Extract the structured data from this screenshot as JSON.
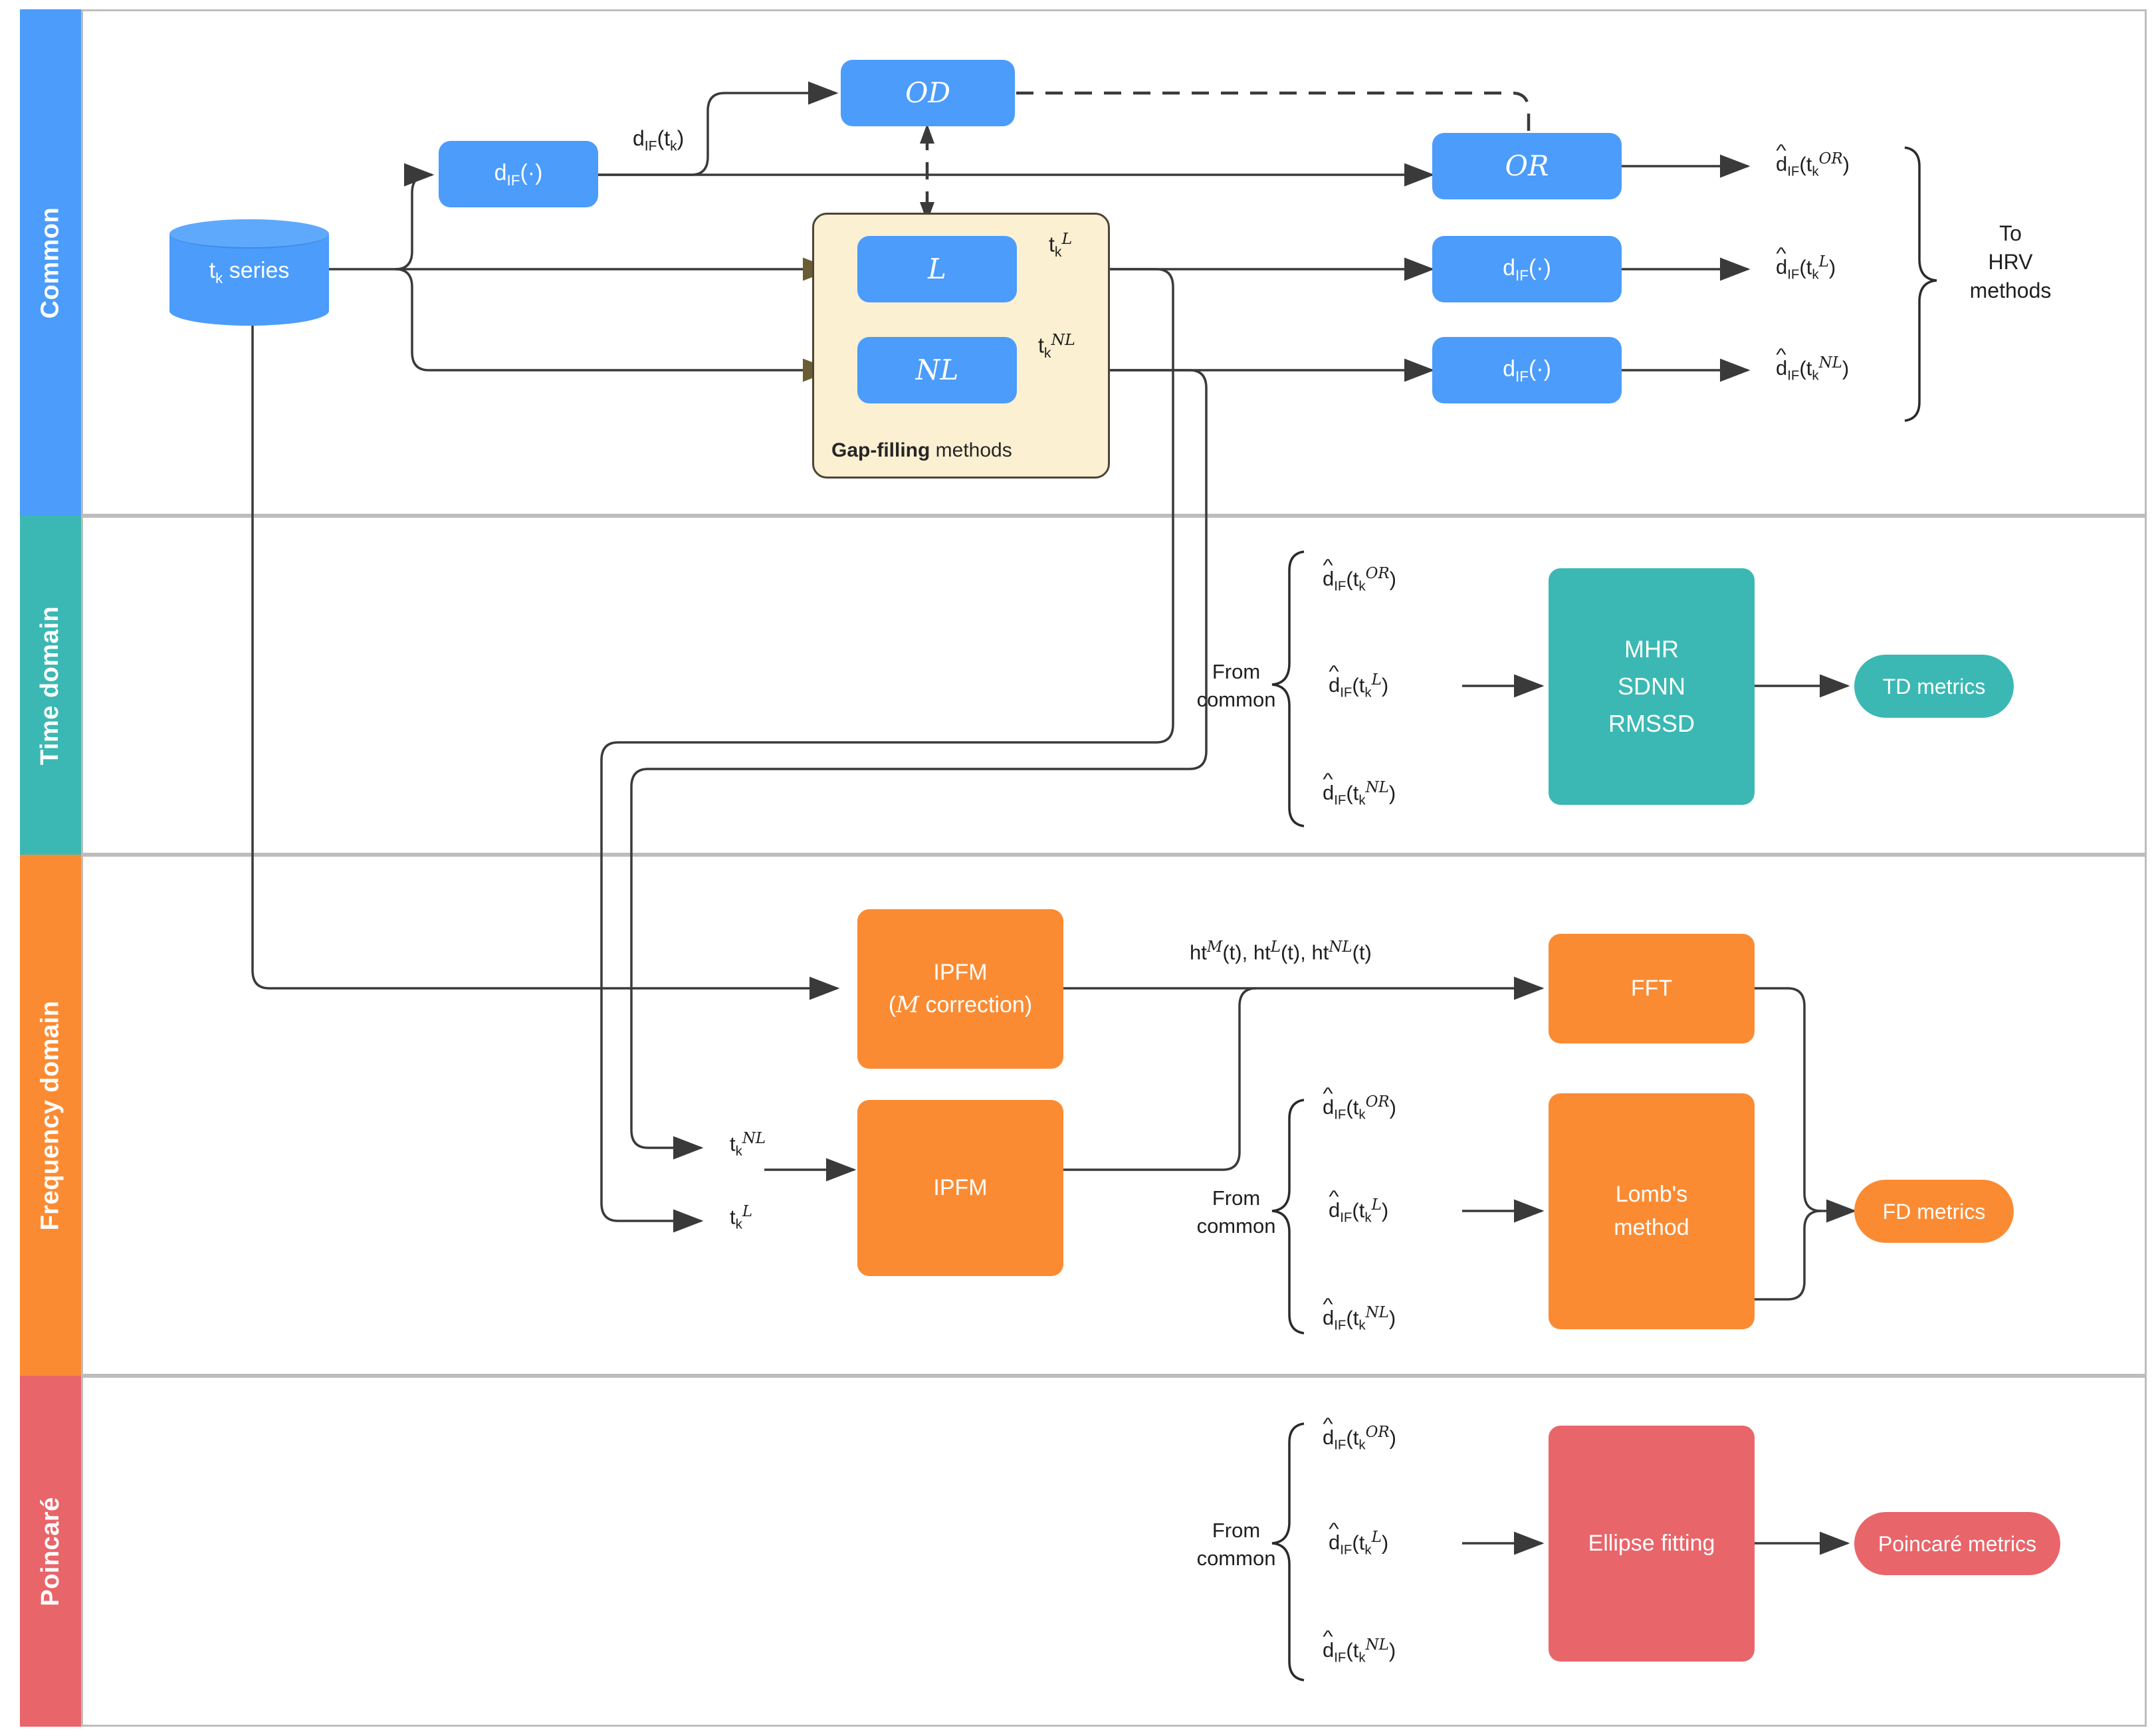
{
  "figure": {
    "type": "flowchart",
    "title": "HRV analysis pipeline with gap-filling",
    "bands": [
      {
        "id": "common",
        "label": "Common",
        "color": "#4b9cfb"
      },
      {
        "id": "time",
        "label": "Time domain",
        "color": "#3bb8b3"
      },
      {
        "id": "frequency",
        "label": "Frequency domain",
        "color": "#fb8b33"
      },
      {
        "id": "poincare",
        "label": "Poincaré",
        "color": "#e8656a"
      }
    ]
  },
  "common": {
    "source_label": "t",
    "source_sub": "k",
    "source_rest": " series",
    "dif_left": "d",
    "dif_left_sub": "IF",
    "dif_left_rest": "(·)",
    "edge_dif_tk": "d",
    "edge_dif_tk_sub": "IF",
    "edge_dif_tk_rest": "(t",
    "edge_dif_tk_sub2": "k",
    "edge_dif_tk_tail": ")",
    "od_label": "Oᴰ",
    "od_label_text": "OD",
    "or_label_text": "OR",
    "gap_group_bold": "Gap-filling",
    "gap_group_rest": " methods",
    "gap_linear": "L",
    "gap_nonlinear": "NL",
    "tk_L_base": "t",
    "tk_L_sub": "k",
    "tk_L_sup": "L",
    "tk_NL_sup": "NL",
    "dif_right_1": "d",
    "dif_right_1_sub": "IF",
    "dif_right_1_rest": "(·)",
    "dif_right_2": "d",
    "dif_right_2_sub": "IF",
    "dif_right_2_rest": "(·)",
    "out_or": {
      "base": "d",
      "sub": "IF",
      "open": "(t",
      "sub2": "k",
      "sup": "OR",
      "close": ")"
    },
    "out_l": {
      "base": "d",
      "sub": "IF",
      "open": "(t",
      "sub2": "k",
      "sup": "L",
      "close": ")"
    },
    "out_nl": {
      "base": "d",
      "sub": "IF",
      "open": "(t",
      "sub2": "k",
      "sup": "NL",
      "close": ")"
    },
    "to_hrv_line1": "To",
    "to_hrv_line2": "HRV",
    "to_hrv_line3": "methods"
  },
  "time_domain": {
    "from_common_line1": "From",
    "from_common_line2": "common",
    "inputs": [
      {
        "base": "d",
        "sub": "IF",
        "open": "(t",
        "sub2": "k",
        "sup": "OR",
        "close": ")"
      },
      {
        "base": "d",
        "sub": "IF",
        "open": "(t",
        "sub2": "k",
        "sup": "L",
        "close": ")"
      },
      {
        "base": "d",
        "sub": "IF",
        "open": "(t",
        "sub2": "k",
        "sup": "NL",
        "close": ")"
      }
    ],
    "processor_lines": [
      "MHR",
      "SDNN",
      "RMSSD"
    ],
    "output": "TD metrics"
  },
  "frequency_domain": {
    "ipfm_m_line1": "IPFM",
    "ipfm_m_line2_open": "(",
    "ipfm_m_line2_cal": "M",
    "ipfm_m_line2_rest": " correction)",
    "ipfm_plain": "IPFM",
    "tk_NL_label": {
      "base": "t",
      "sub": "k",
      "sup": "NL"
    },
    "tk_L_label": {
      "base": "t",
      "sub": "k",
      "sup": "L"
    },
    "ht_edge": "ht^M(t), ht^L(t), ht^NL(t)",
    "ht_parts": [
      {
        "base": "ht",
        "sup": "M",
        "tail": "(t),"
      },
      {
        "base": "ht",
        "sup": "L",
        "tail": "(t),"
      },
      {
        "base": "ht",
        "sup": "NL",
        "tail": "(t)"
      }
    ],
    "fft": "FFT",
    "lomb_line1": "Lomb's",
    "lomb_line2": "method",
    "from_common_line1": "From",
    "from_common_line2": "common",
    "inputs": [
      {
        "base": "d",
        "sub": "IF",
        "open": "(t",
        "sub2": "k",
        "sup": "OR",
        "close": ")"
      },
      {
        "base": "d",
        "sub": "IF",
        "open": "(t",
        "sub2": "k",
        "sup": "L",
        "close": ")"
      },
      {
        "base": "d",
        "sub": "IF",
        "open": "(t",
        "sub2": "k",
        "sup": "NL",
        "close": ")"
      }
    ],
    "output": "FD metrics"
  },
  "poincare": {
    "from_common_line1": "From",
    "from_common_line2": "common",
    "inputs": [
      {
        "base": "d",
        "sub": "IF",
        "open": "(t",
        "sub2": "k",
        "sup": "OR",
        "close": ")"
      },
      {
        "base": "d",
        "sub": "IF",
        "open": "(t",
        "sub2": "k",
        "sup": "L",
        "close": ")"
      },
      {
        "base": "d",
        "sub": "IF",
        "open": "(t",
        "sub2": "k",
        "sup": "NL",
        "close": ")"
      }
    ],
    "processor": "Ellipse fitting",
    "output": "Poincaré metrics"
  }
}
